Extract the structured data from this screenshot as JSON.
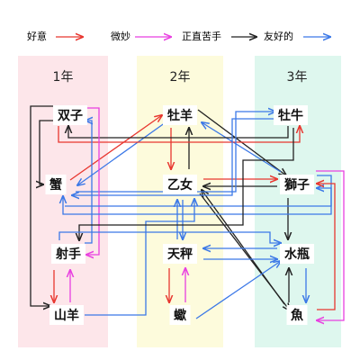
{
  "legend": [
    {
      "id": "good",
      "label": "好意",
      "color": "#e8362f"
    },
    {
      "id": "subtle",
      "label": "微妙",
      "color": "#e83fe0"
    },
    {
      "id": "honest",
      "label": "正直苦手",
      "color": "#222222"
    },
    {
      "id": "friend",
      "label": "友好的",
      "color": "#3b78e7"
    }
  ],
  "columns": [
    {
      "id": "y1",
      "title": "1年",
      "bg": "#fde6ea"
    },
    {
      "id": "y2",
      "title": "2年",
      "bg": "#fdfbdc"
    },
    {
      "id": "y3",
      "title": "3年",
      "bg": "#def7ee"
    }
  ],
  "nodes": [
    {
      "id": "futago",
      "label": "双子"
    },
    {
      "id": "kani",
      "label": "蟹"
    },
    {
      "id": "ite",
      "label": "射手"
    },
    {
      "id": "yagi",
      "label": "山羊"
    },
    {
      "id": "ohitsuji",
      "label": "牡羊"
    },
    {
      "id": "otome",
      "label": "乙女"
    },
    {
      "id": "tenbin",
      "label": "天秤"
    },
    {
      "id": "sasori",
      "label": "蠍"
    },
    {
      "id": "oushi",
      "label": "牡牛"
    },
    {
      "id": "shishi",
      "label": "獅子"
    },
    {
      "id": "mizugame",
      "label": "水瓶"
    },
    {
      "id": "uo",
      "label": "魚"
    }
  ],
  "edges": [
    {
      "from": "ite",
      "to": "yagi",
      "type": "good"
    },
    {
      "from": "yagi",
      "to": "ite",
      "type": "subtle"
    },
    {
      "from": "otome",
      "to": "ohitsuji",
      "type": "honest"
    },
    {
      "from": "ohitsuji",
      "to": "otome",
      "type": "good"
    },
    {
      "from": "tenbin",
      "to": "sasori",
      "type": "good"
    },
    {
      "from": "sasori",
      "to": "tenbin",
      "type": "subtle"
    },
    {
      "from": "mizugame",
      "to": "uo",
      "type": "friend"
    },
    {
      "from": "uo",
      "to": "mizugame",
      "type": "honest"
    },
    {
      "from": "shishi",
      "to": "mizugame",
      "type": "honest"
    },
    {
      "from": "ohitsuji",
      "to": "shishi",
      "type": "honest"
    },
    {
      "from": "shishi",
      "to": "ohitsuji",
      "type": "friend"
    },
    {
      "from": "kani",
      "to": "ohitsuji",
      "type": "good"
    },
    {
      "from": "ohitsuji",
      "to": "kani",
      "type": "friend"
    },
    {
      "from": "otome",
      "to": "shishi",
      "type": "good"
    },
    {
      "from": "shishi",
      "to": "otome",
      "type": "honest"
    },
    {
      "from": "otome",
      "to": "uo",
      "type": "honest"
    },
    {
      "from": "uo",
      "to": "otome",
      "type": "honest"
    },
    {
      "from": "mizugame",
      "to": "tenbin",
      "type": "friend"
    },
    {
      "from": "tenbin",
      "to": "mizugame",
      "type": "friend"
    },
    {
      "from": "sasori",
      "to": "mizugame",
      "type": "friend"
    },
    {
      "from": "otome",
      "to": "tenbin",
      "type": "friend"
    },
    {
      "from": "tenbin",
      "to": "otome",
      "type": "friend"
    },
    {
      "from": "futago",
      "to": "oushi",
      "type": "good"
    },
    {
      "from": "oushi",
      "to": "futago",
      "type": "honest"
    },
    {
      "from": "kani",
      "to": "oushi",
      "type": "friend"
    },
    {
      "from": "oushi",
      "to": "kani",
      "type": "friend"
    },
    {
      "from": "futago",
      "to": "ite",
      "type": "subtle"
    },
    {
      "from": "ite",
      "to": "futago",
      "type": "friend"
    },
    {
      "from": "futago",
      "to": "yagi",
      "type": "honest"
    },
    {
      "from": "kani",
      "to": "shishi",
      "type": "friend"
    },
    {
      "from": "shishi",
      "to": "kani",
      "type": "friend"
    },
    {
      "from": "yagi",
      "to": "otome",
      "type": "friend"
    },
    {
      "from": "shishi",
      "to": "uo",
      "type": "subtle"
    },
    {
      "from": "uo",
      "to": "shishi",
      "type": "good"
    },
    {
      "from": "oushi",
      "to": "ite",
      "type": "honest"
    },
    {
      "from": "ite",
      "to": "mizugame",
      "type": "friend"
    },
    {
      "from": "futago",
      "to": "kani",
      "type": "honest"
    }
  ]
}
